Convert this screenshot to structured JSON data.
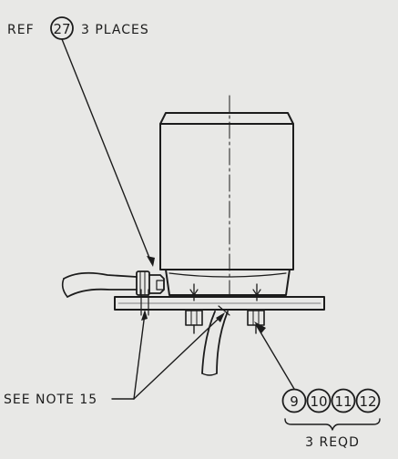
{
  "callouts": {
    "ref_prefix": "REF",
    "ref_number": "27",
    "ref_suffix": "3 PLACES",
    "note": "SEE NOTE 15",
    "parts": [
      "9",
      "10",
      "11",
      "12"
    ],
    "qty": "3 REQD"
  },
  "colors": {
    "paper": "#e8e8e6",
    "ink": "#1c1c1c"
  }
}
